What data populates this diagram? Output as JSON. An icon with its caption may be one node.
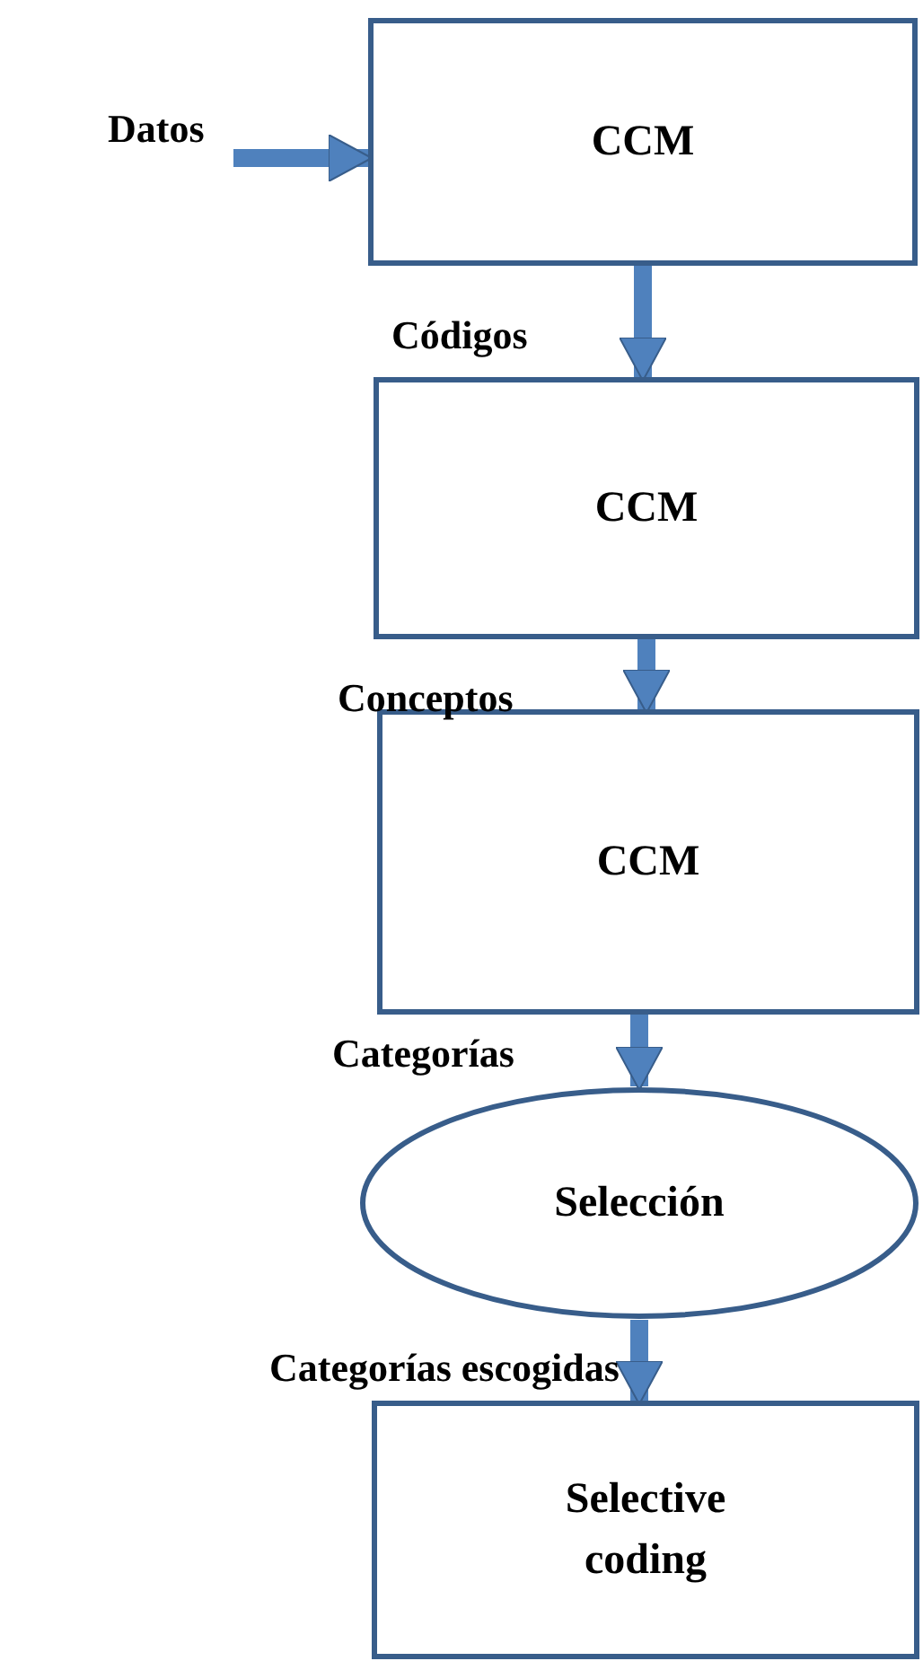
{
  "diagram": {
    "nodes": [
      {
        "text": [
          "CCM"
        ]
      },
      {
        "text": [
          "CCM"
        ]
      },
      {
        "text": [
          "CCM"
        ]
      },
      {
        "text": [
          "Selección"
        ]
      },
      {
        "text": [
          "Selective coding"
        ]
      }
    ],
    "edges": [
      {
        "from": null,
        "to": 0,
        "arrow": "to",
        "label": "Datos"
      },
      {
        "from": 0,
        "to": 1,
        "arrow": "to",
        "label": "Códigos"
      },
      {
        "from": 1,
        "to": 2,
        "arrow": "to",
        "label": "Conceptos"
      },
      {
        "from": 2,
        "to": 3,
        "arrow": "to",
        "label": "Categorías"
      },
      {
        "from": 3,
        "to": 4,
        "arrow": "to",
        "label": "Categorías escogidas"
      }
    ]
  }
}
